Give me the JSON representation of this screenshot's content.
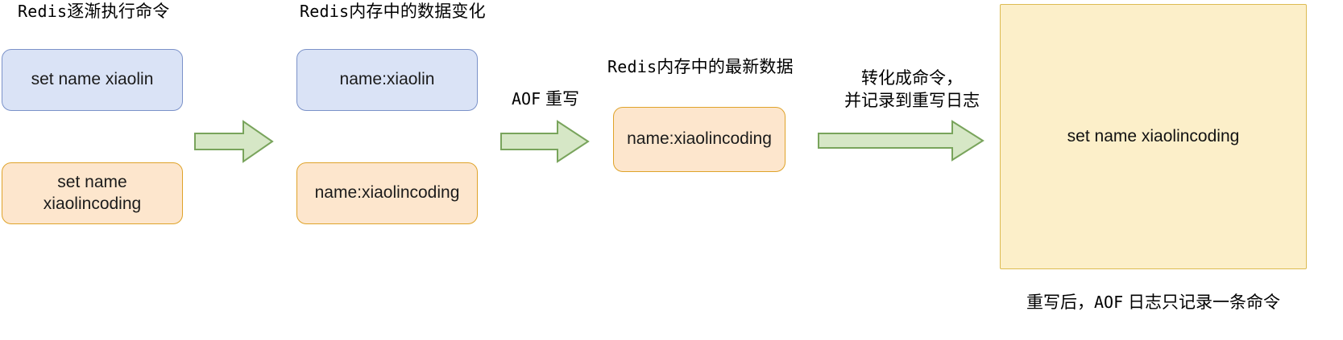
{
  "diagram": {
    "background": "#ffffff",
    "colors": {
      "blue_fill": "#dae3f6",
      "blue_border": "#7b92c9",
      "orange_fill": "#fde6cd",
      "orange_border": "#dfa32a",
      "log_fill": "#fcefc9",
      "log_border": "#dcbb52",
      "arrow_fill": "#d6e7c6",
      "arrow_border": "#79a45c",
      "text": "#000000"
    },
    "titles": {
      "col1": {
        "mono": "Redis",
        "cjk": "逐渐执行命令"
      },
      "col2": {
        "mono": "Redis",
        "cjk": "内存中的数据变化"
      },
      "col3": {
        "mono": "Redis",
        "cjk": "内存中的最新数据"
      }
    },
    "commands": {
      "first": "set name xiaolin",
      "second": "set name\nxiaolincoding"
    },
    "memory": {
      "first": "name:xiaolin",
      "second": "name:xiaolincoding"
    },
    "latest_memory": "name:xiaolincoding",
    "rewrite_log": "set name xiaolincoding",
    "arrows": {
      "arrow1_label": "",
      "arrow2_label": {
        "mono": "AOF",
        "cjk": "重写"
      },
      "arrow3_label": {
        "line1": "转化成命令，",
        "line2": "并记录到重写日志"
      }
    },
    "footer": {
      "part1": "重写后，",
      "mono": "AOF",
      "part2": "日志只记录一条命令"
    }
  }
}
